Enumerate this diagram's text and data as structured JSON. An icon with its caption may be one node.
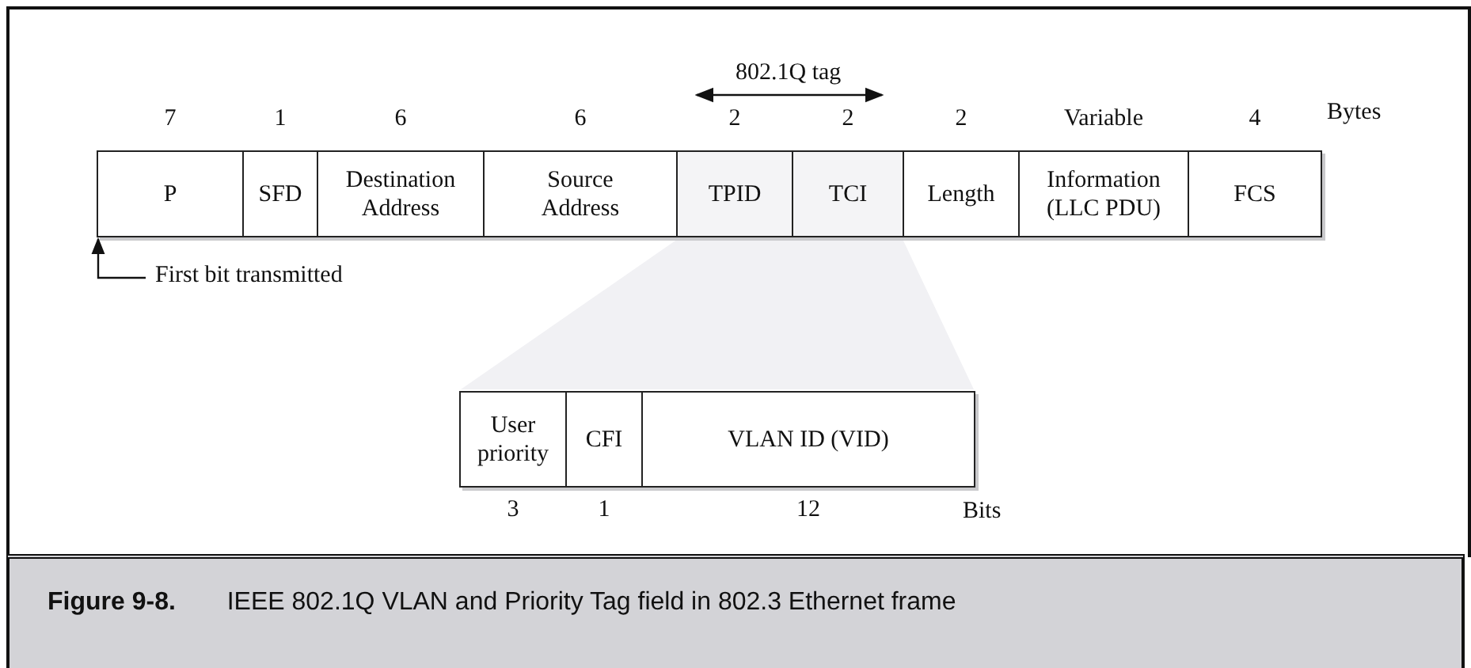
{
  "diagram": {
    "caption": "**Figure 9-8.** IEEE 802.1Q VLAN and Priority Tag field in 802.3 Ethernet frame",
    "nodes": [
      {
        "text": [
          "P"
        ],
        "beside": [
          "7"
        ]
      },
      {
        "text": [
          "SFD"
        ],
        "beside": [
          "1"
        ]
      },
      {
        "text": [
          "Destination Address"
        ],
        "beside": [
          "6"
        ]
      },
      {
        "text": [
          "Source Address"
        ],
        "beside": [
          "6"
        ]
      },
      {
        "text": [
          "TPID"
        ],
        "beside": [
          "2"
        ]
      },
      {
        "text": [
          "TCI"
        ],
        "beside": [
          "2"
        ]
      },
      {
        "text": [
          "Length"
        ],
        "beside": [
          "2"
        ]
      },
      {
        "text": [
          "Information (LLC PDU)"
        ],
        "beside": [
          "Variable"
        ]
      },
      {
        "text": [
          "FCS"
        ],
        "beside": [
          "4"
        ]
      },
      {
        "text": [
          "User priority"
        ],
        "beside": [
          "3"
        ]
      },
      {
        "text": [
          "CFI"
        ],
        "beside": [
          "1"
        ]
      },
      {
        "text": [
          "VLAN ID (VID)"
        ],
        "beside": [
          "12"
        ]
      },
      {
        "text": [
          "First bit transmitted"
        ]
      }
    ],
    "edges": [
      {
        "from": 12,
        "to": 0,
        "arrow": "to"
      }
    ],
    "labels": [
      "802.1Q tag",
      "Bytes",
      "Bits"
    ]
  }
}
